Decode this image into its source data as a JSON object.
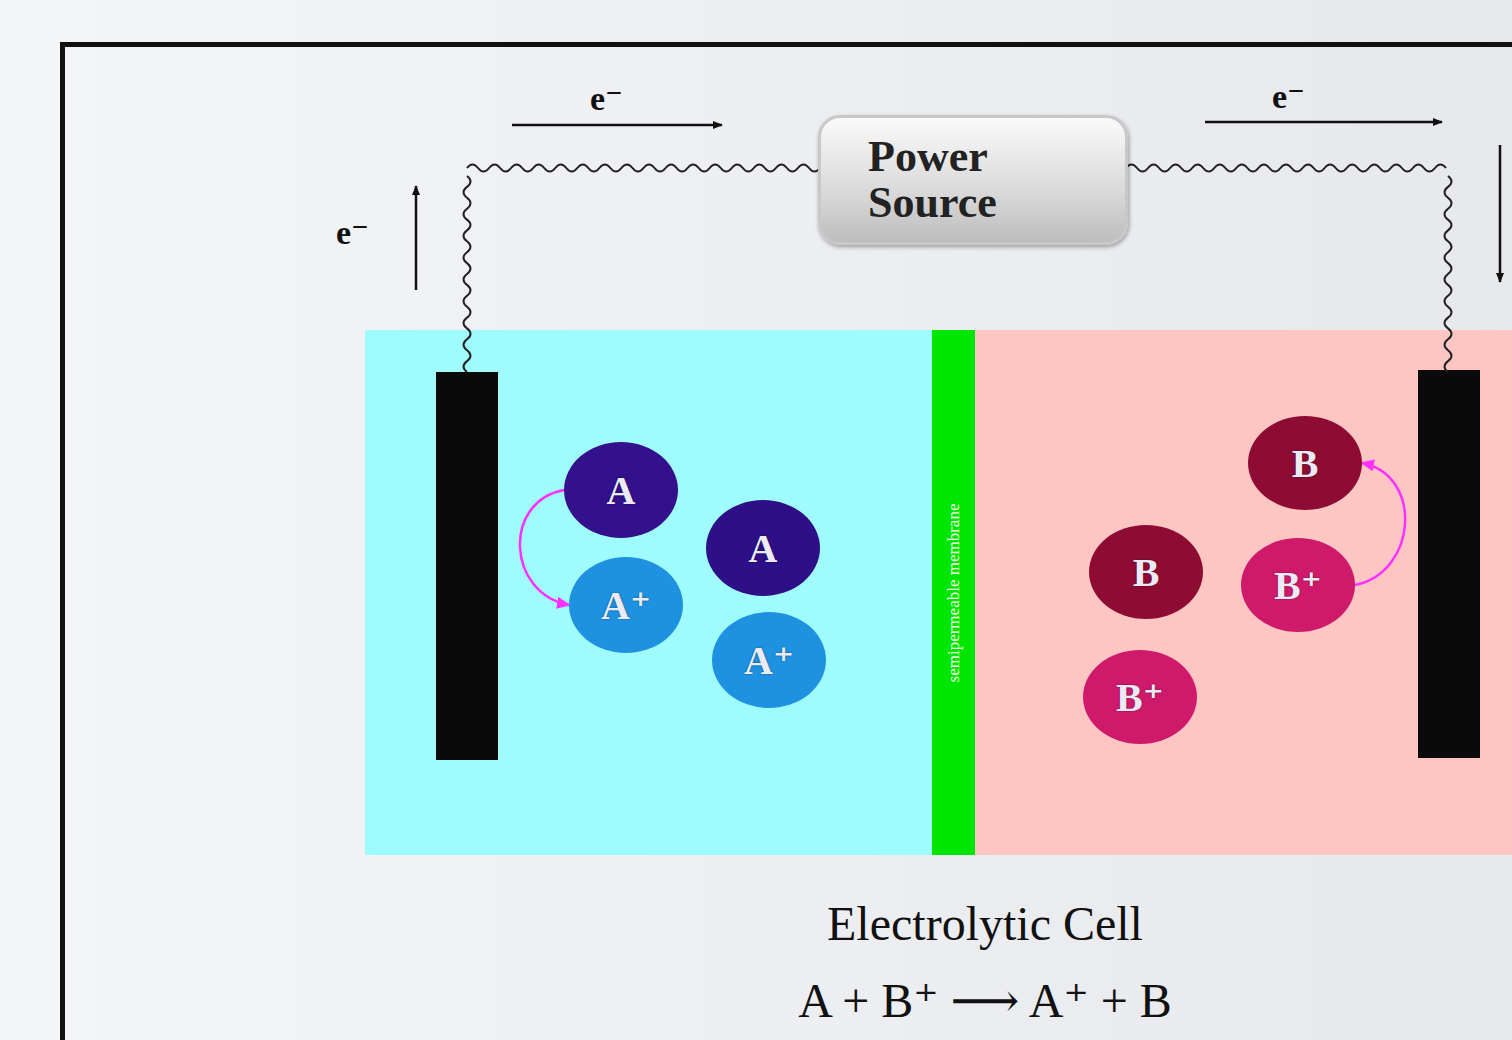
{
  "diagram": {
    "caption": "Electrolytic Cell",
    "nodes": [
      {
        "text": [
          "Power Source"
        ]
      },
      {
        "text": [
          "A"
        ]
      },
      {
        "text": [
          "A"
        ]
      },
      {
        "text": [
          "A⁺"
        ]
      },
      {
        "text": [
          "A⁺"
        ]
      },
      {
        "text": [
          "semipermeable membrane"
        ]
      },
      {
        "text": [
          "B"
        ]
      },
      {
        "text": [
          "B"
        ]
      },
      {
        "text": [
          "B⁺"
        ]
      },
      {
        "text": [
          "B⁺"
        ]
      }
    ],
    "edges": [
      {
        "from": 1,
        "to": 3,
        "arrow": "to"
      },
      {
        "from": 8,
        "to": 6,
        "arrow": "to"
      }
    ],
    "labels": [
      "e⁻",
      "e⁻",
      "e⁻",
      "A + B⁺ ⟶ A⁺ + B"
    ]
  }
}
